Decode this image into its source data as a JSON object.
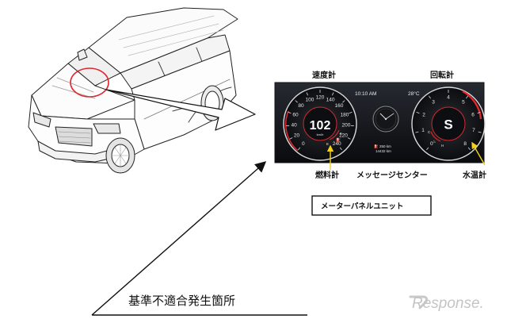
{
  "labels": {
    "speedometer": "速度計",
    "tachometer": "回転計",
    "fuel_gauge": "燃料計",
    "message_center": "メッセージセンター",
    "temp_gauge": "水温計",
    "meter_panel_unit": "メーターパネルユニット",
    "defect_location": "基準不適合発生箇所"
  },
  "cluster": {
    "clock": "10:10 AM",
    "outside_temp": "28°C",
    "speed_value": "102",
    "speed_unit": "km/h",
    "gear": "S",
    "range": "250 km",
    "odometer": "14432 km",
    "speed_ticks": [
      "0",
      "20",
      "40",
      "60",
      "80",
      "100",
      "120",
      "140",
      "160",
      "180",
      "200",
      "220",
      "240"
    ],
    "rpm_ticks": [
      "0",
      "1",
      "2",
      "3",
      "4",
      "5",
      "6",
      "7",
      "8"
    ],
    "fuel_marks": [
      "E",
      "F"
    ],
    "temp_marks": [
      "C",
      "H"
    ]
  },
  "watermark": "Response."
}
